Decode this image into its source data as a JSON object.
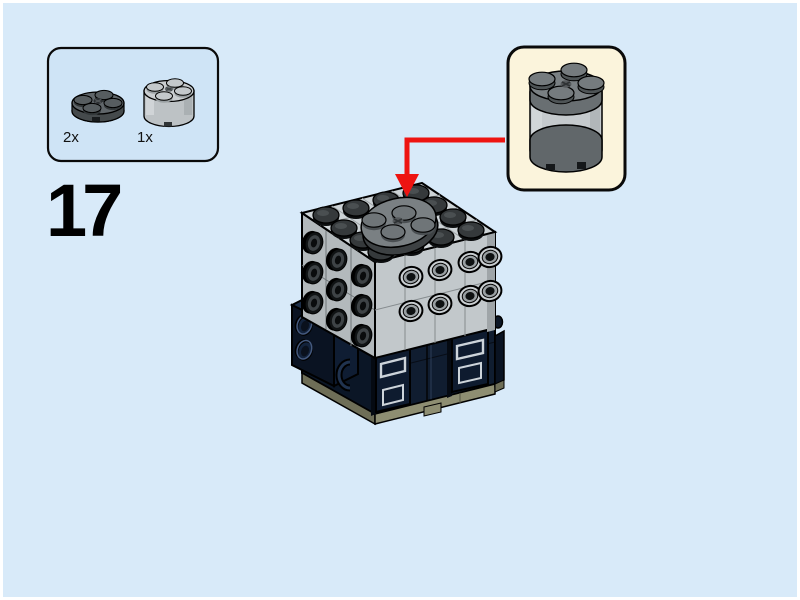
{
  "page": {
    "step_number": "17",
    "background": "#d8eaf9",
    "outer_border": "#ffffff"
  },
  "parts_box": {
    "fill": "#cfe4f6",
    "items": [
      {
        "count": "2x",
        "part": "round-plate-2x2-dark-gray"
      },
      {
        "count": "1x",
        "part": "round-brick-2x2-light-gray"
      }
    ]
  },
  "callout": {
    "part": "round-2x2-stack-dark-plate-light-brick-dark-plate",
    "box_fill": "#fbf4dc",
    "arrow_color": "#ee1411"
  },
  "model": {
    "name": "brickheadz-figure-body",
    "head_color": "#c2c8cb",
    "head_top_color": "#cdd3d6",
    "torso_color": "#101d30",
    "feet_color": "#8e8e72",
    "added_part_color": "#7a8083"
  }
}
